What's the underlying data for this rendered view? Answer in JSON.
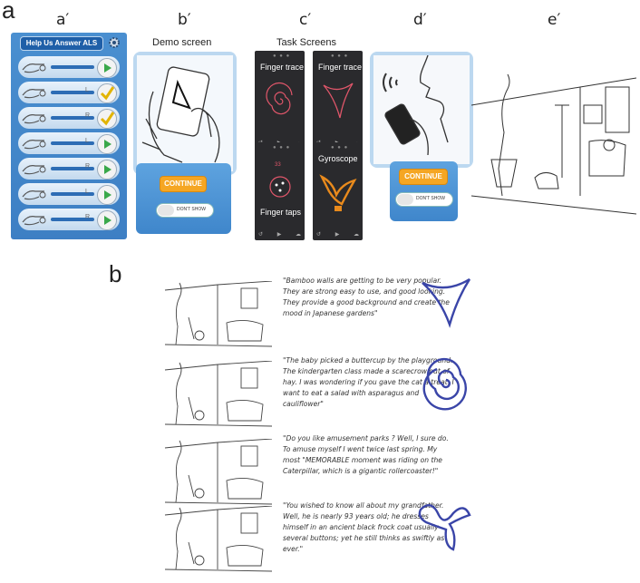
{
  "panel_labels": {
    "a": "a",
    "b": "b"
  },
  "subpanel_labels": {
    "a_prime": "a′",
    "b_prime": "b′",
    "c_prime": "c′",
    "d_prime": "d′",
    "e_prime": "e′"
  },
  "a_prime": {
    "banner_title": "Help Us Answer ALS",
    "tasks": [
      {
        "side": "",
        "icon": "sound-hand-icon",
        "status": "play"
      },
      {
        "side": "L",
        "icon": "spiral-hand-icon",
        "status": "done"
      },
      {
        "side": "R",
        "icon": "spiral-hand-icon",
        "status": "done"
      },
      {
        "side": "L",
        "icon": "tap-hand-icon",
        "status": "play"
      },
      {
        "side": "R",
        "icon": "tap-hand-icon",
        "status": "play"
      },
      {
        "side": "L",
        "icon": "phone-hand-icon",
        "status": "play"
      },
      {
        "side": "R",
        "icon": "phone-hand-icon",
        "status": "play"
      }
    ]
  },
  "b_prime": {
    "caption": "Demo screen",
    "continue_label": "CONTINUE",
    "dont_show_label": "DON'T SHOW"
  },
  "c_prime": {
    "caption": "Task Screens",
    "screens": [
      {
        "title": "Finger trace",
        "shape": "spiral"
      },
      {
        "title": "Finger trace",
        "shape": "triangle"
      },
      {
        "title": "Finger taps",
        "shape": "taps",
        "count": "33"
      },
      {
        "title": "Gyroscope",
        "shape": "gyroscope"
      }
    ]
  },
  "d_prime": {
    "continue_label": "CONTINUE",
    "dont_show_label": "DON'T SHOW"
  },
  "b_panel": {
    "rows": [
      {
        "quote": "\"Bamboo walls are getting to be very popular. They are strong easy to use, and good looking. They provide a good background and create the mood in Japanese gardens\"",
        "shape": "triangle"
      },
      {
        "quote": "\"The baby picked a buttercup by the playground. The kindergarten class made a scarecrow out of hay. I was wondering if you gave the cat a treat. I want to eat a salad with asparagus and cauliflower\"",
        "shape": "spiral"
      },
      {
        "quote": "\"Do you like amusement parks ? Well, I sure do. To amuse myself I went twice last spring. My most \"MEMORABLE moment was riding on the Caterpillar, which is a gigantic rollercoaster!\"",
        "shape": "none"
      },
      {
        "quote": "\"You wished to know all about my grandfather. Well, he is nearly 93 years old; he dresses himself in an ancient black frock coat usually several buttons; yet he still thinks as swiftly as ever.\"",
        "shape": "loops"
      }
    ]
  },
  "colors": {
    "app_blue": "#3d7fc4",
    "continue_orange": "#f5a623",
    "shape_blue": "#3a45a8",
    "screen_dark": "#2a2a2d",
    "trace_pink": "#e0566a",
    "gyro_orange": "#e98a1c"
  }
}
